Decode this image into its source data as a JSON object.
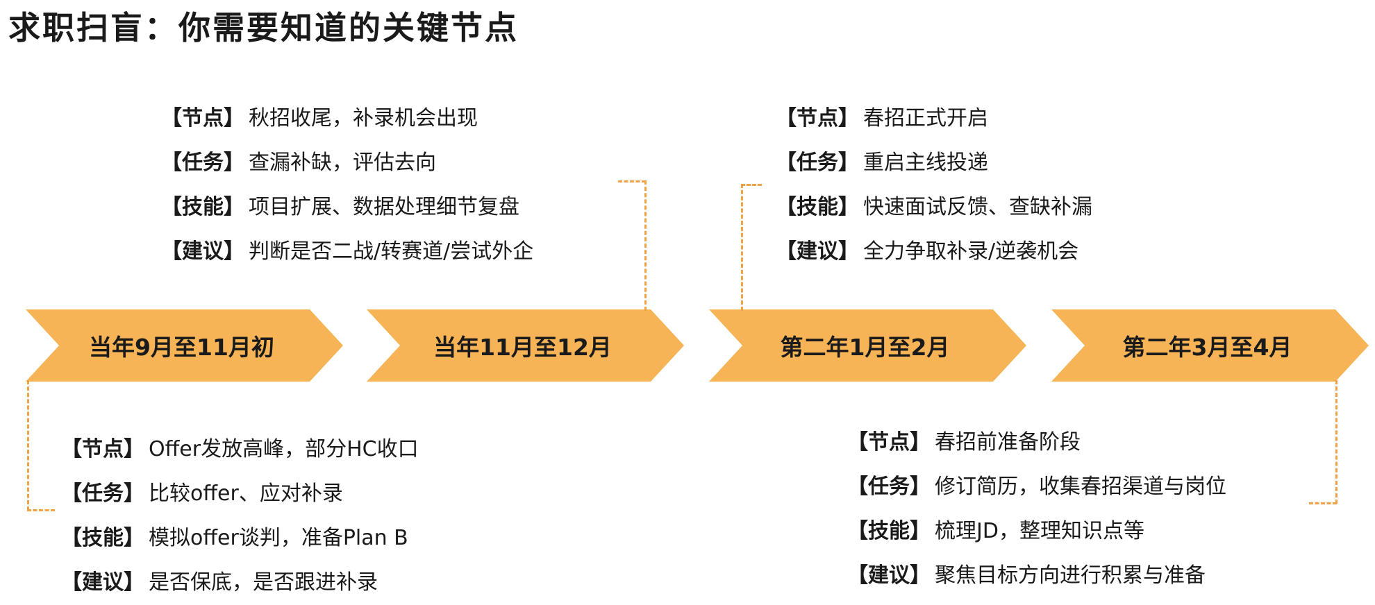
{
  "title": "求职扫盲：你需要知道的关键节点",
  "accent_color": "#f6b457",
  "dash_color": "#f0a346",
  "stages": [
    {
      "label": "当年9月至11月初",
      "details": [
        {
          "tag": "【节点】",
          "text": "Offer发放高峰，部分HC收口"
        },
        {
          "tag": "【任务】",
          "text": "比较offer、应对补录"
        },
        {
          "tag": "【技能】",
          "text": "模拟offer谈判，准备Plan B"
        },
        {
          "tag": "【建议】",
          "text": "是否保底，是否跟进补录"
        }
      ]
    },
    {
      "label": "当年11月至12月",
      "details": [
        {
          "tag": "【节点】",
          "text": "秋招收尾，补录机会出现"
        },
        {
          "tag": "【任务】",
          "text": "查漏补缺，评估去向"
        },
        {
          "tag": "【技能】",
          "text": "项目扩展、数据处理细节复盘"
        },
        {
          "tag": "【建议】",
          "text": "判断是否二战/转赛道/尝试外企"
        }
      ]
    },
    {
      "label": "第二年1月至2月",
      "details": [
        {
          "tag": "【节点】",
          "text": "春招正式开启"
        },
        {
          "tag": "【任务】",
          "text": "重启主线投递"
        },
        {
          "tag": "【技能】",
          "text": "快速面试反馈、查缺补漏"
        },
        {
          "tag": "【建议】",
          "text": "全力争取补录/逆袭机会"
        }
      ]
    },
    {
      "label": "第二年3月至4月",
      "details": [
        {
          "tag": "【节点】",
          "text": "春招前准备阶段"
        },
        {
          "tag": "【任务】",
          "text": "修订简历，收集春招渠道与岗位"
        },
        {
          "tag": "【技能】",
          "text": "梳理JD，整理知识点等"
        },
        {
          "tag": "【建议】",
          "text": "聚焦目标方向进行积累与准备"
        }
      ]
    }
  ]
}
